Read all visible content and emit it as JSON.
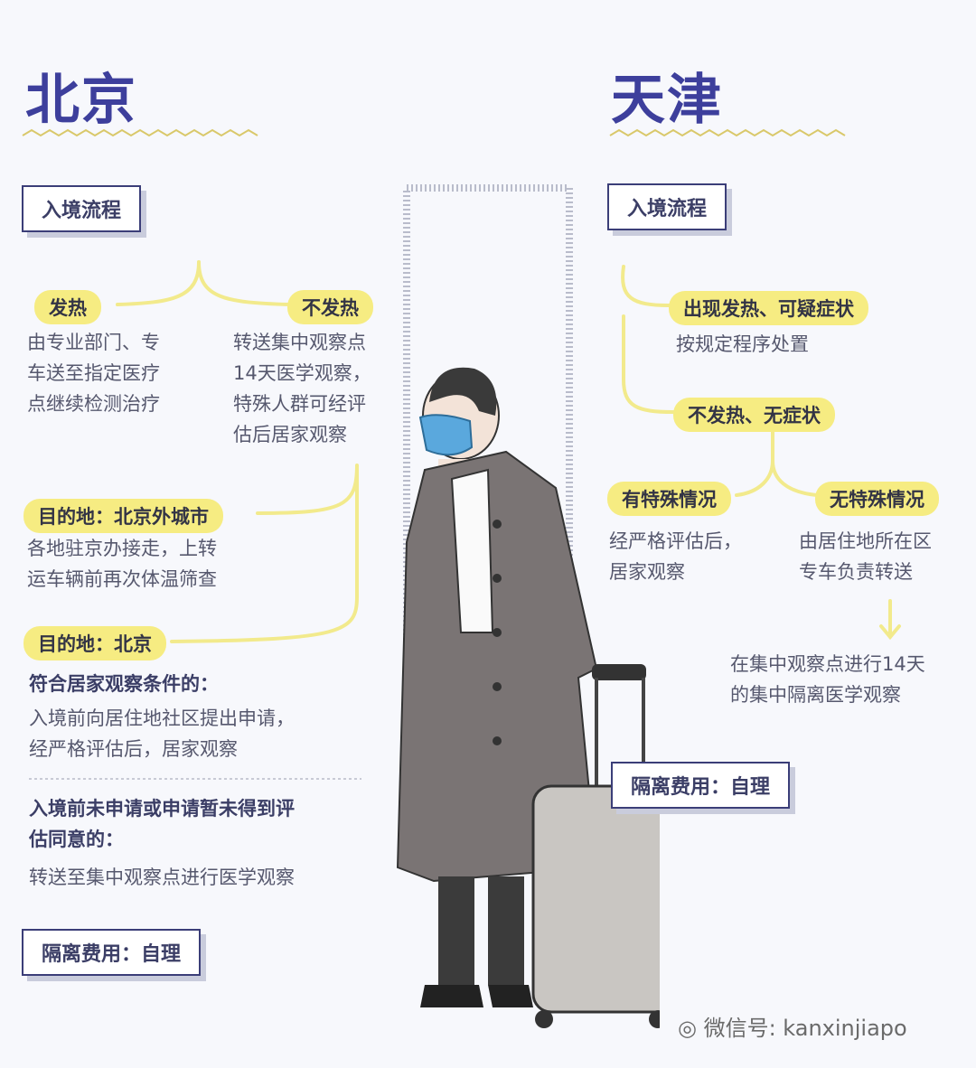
{
  "beijing": {
    "title": "北京",
    "entry_label": "入境流程",
    "fever": {
      "label": "发热",
      "text": "由专业部门、专\n车送至指定医疗\n点继续检测治疗"
    },
    "no_fever": {
      "label": "不发热",
      "text": "转送集中观察点\n14天医学观察，\n特殊人群可经评\n估后居家观察"
    },
    "dest_outside": {
      "label": "目的地：北京外城市",
      "text": "各地驻京办接走，上转\n运车辆前再次体温筛查"
    },
    "dest_beijing": {
      "label": "目的地：北京"
    },
    "home_eligible": {
      "heading": "符合居家观察条件的：",
      "text": "入境前向居住地社区提出申请，\n经严格评估后，居家观察"
    },
    "not_applied": {
      "heading": "入境前未申请或申请暂未得到评\n估同意的：",
      "text": "转送至集中观察点进行医学观察"
    },
    "cost_label": "隔离费用：自理"
  },
  "tianjin": {
    "title": "天津",
    "entry_label": "入境流程",
    "symptoms": {
      "label": "出现发热、可疑症状",
      "text": "按规定程序处置"
    },
    "no_symptoms": {
      "label": "不发热、无症状"
    },
    "special": {
      "label": "有特殊情况",
      "text": "经严格评估后，\n居家观察"
    },
    "no_special": {
      "label": "无特殊情况",
      "text": "由居住地所在区\n专车负责转送"
    },
    "central": {
      "text": "在集中观察点进行14天\n的集中隔离医学观察"
    },
    "cost_label": "隔离费用：自理"
  },
  "watermark": "微信号: kanxinjiapo",
  "colors": {
    "title": "#3d3f9c",
    "highlight": "#f6ec82",
    "connector": "#f2ea8c",
    "box_border": "#3b3e78"
  }
}
